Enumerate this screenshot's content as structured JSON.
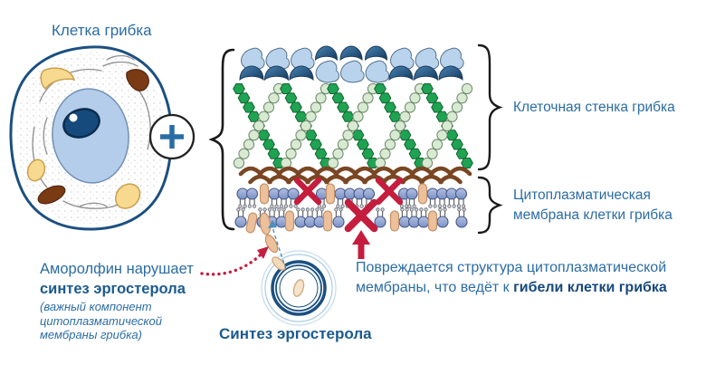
{
  "page": {
    "cell_title": "Клетка грибка",
    "cell_wall_label": "Клеточная стенка грибка",
    "membrane_label_lines": [
      "Цитоплазматическая",
      "мембрана клетки грибка"
    ],
    "amorolfine": {
      "line1": "Аморолфин нарушает",
      "line2_bold": "синтез эргостерола",
      "note_lines": [
        "(важный компонент",
        "цитоплазматической",
        "мембраны грибка)"
      ]
    },
    "synthesis_label": "Синтез эргостерола",
    "damage": {
      "line1": "Повреждается структура цитоплазматической",
      "line2_regular": "мембраны, что ведёт к ",
      "line2_bold": "гибели клетки грибка"
    }
  },
  "icons": {
    "plus_icon": "+",
    "blocked_cross_icon": "✕",
    "damage_arrow_icon": "↑",
    "red_dotted_arrow_icon": "⤤",
    "blue_dashed_arrow_icon": "⇡"
  },
  "colors": {
    "text_blue": "#2b6ca4",
    "text_bold_blue": "#1b5a8e",
    "text_bold_navy": "#17497c",
    "alert_red": "#c41d3e",
    "ergosterol_tan": "#ecc09a",
    "glucan_dark_green": "#1ea353",
    "glucan_light_green": "#d9ead2",
    "chitin_brown": "#7a4623",
    "lipid_head_blue": "#8fa2d0",
    "mannoprotein_dark": "#1d4a73",
    "mannoprotein_light": "#b9d3ec",
    "cell_outline": "#1b5080"
  }
}
